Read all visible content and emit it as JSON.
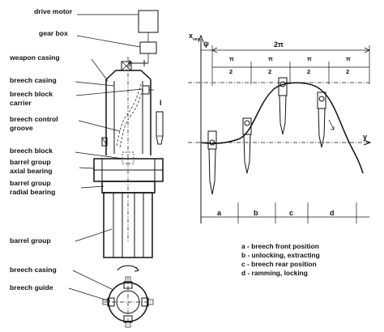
{
  "left_labels": {
    "drive_motor": "drive motor",
    "gear_box": "gear box",
    "weapon_casing": "weapon casing",
    "breech_casing": "breech casing",
    "breech_block_carrier_1": "breech block",
    "breech_block_carrier_2": "carrier",
    "breech_control_groove_1": "breech control",
    "breech_control_groove_2": "groove",
    "breech_block": "breech block",
    "barrel_group_axial_1": "barrel group",
    "barrel_group_axial_2": "axial bearing",
    "barrel_group_radial_1": "barrel group",
    "barrel_group_radial_2": "radial bearing",
    "barrel_group": "barrel group",
    "breech_casing_2": "breech casing",
    "breech_guide": "breech guide",
    "small_arrow": "I"
  },
  "graph": {
    "y_axis": "x",
    "y_axis_sub": "ves",
    "x_axis": "y",
    "psi": "ψ",
    "two_pi": "2π",
    "pi_num": "π",
    "half_den": "2",
    "segments": [
      "a",
      "b",
      "c",
      "d"
    ]
  },
  "legend": [
    "a - breech front position",
    "b - unlocking, extracting",
    "c - breech rear position",
    "d - ramming, locking"
  ]
}
